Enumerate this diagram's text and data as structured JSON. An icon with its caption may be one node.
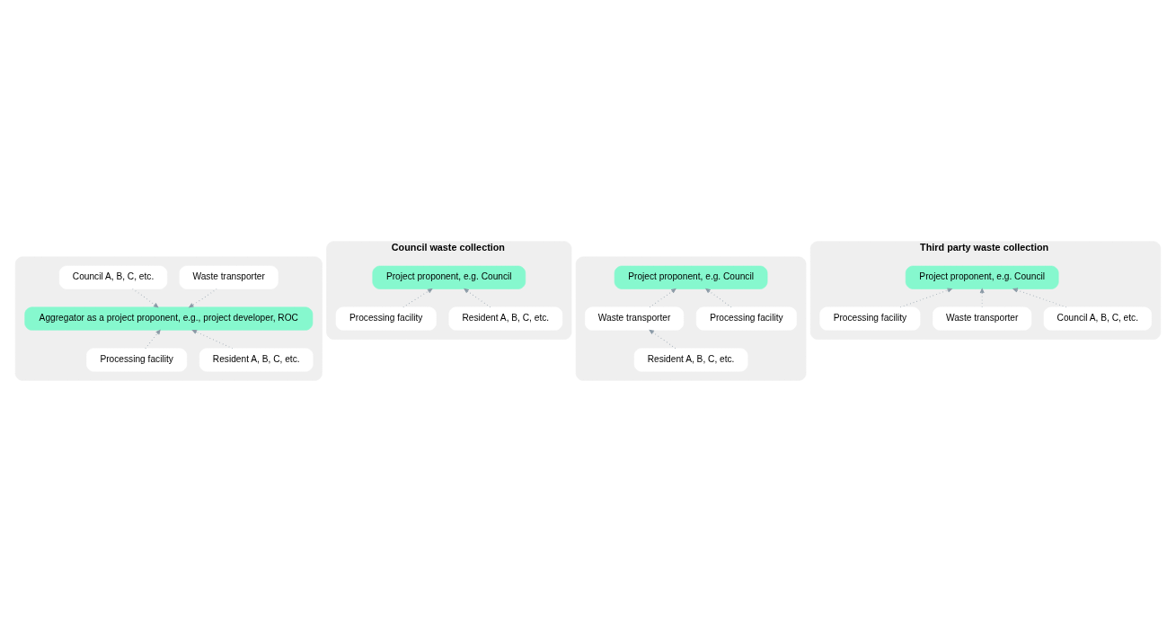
{
  "diagram": {
    "nodes": [
      {
        "text": [
          "Council waste collection"
        ]
      },
      {
        "text": [
          "Project proponent, e.g. Council"
        ],
        "in": 0
      },
      {
        "text": [
          "Resident A, B, C, etc."
        ],
        "in": 0
      },
      {
        "text": [
          "Processing facility"
        ],
        "in": 0
      },
      {
        "text": [
          "Third party waste collection"
        ]
      },
      {
        "text": [
          "Project proponent, e.g. Council"
        ],
        "in": 4
      },
      {
        "text": [
          "Council A, B, C, etc."
        ],
        "in": 4
      },
      {
        "text": [
          "Waste transporter"
        ],
        "in": 4
      },
      {
        "text": [
          "Processing facility"
        ],
        "in": 4
      },
      {
        "text": [],
        "shape": "box"
      },
      {
        "text": [
          "Council A, B, C, etc."
        ],
        "in": 9
      },
      {
        "text": [
          "Waste transporter"
        ],
        "in": 9
      },
      {
        "text": [
          "Aggregator as a project proponent, e.g., project developer, ROC"
        ],
        "in": 9
      },
      {
        "text": [
          "Resident A, B, C, etc."
        ],
        "in": 9
      },
      {
        "text": [
          "Processing facility"
        ],
        "in": 9
      },
      {
        "text": [],
        "shape": "box"
      },
      {
        "text": [
          "Project proponent, e.g. Council"
        ],
        "in": 15
      },
      {
        "text": [
          "Waste transporter"
        ],
        "in": 15
      },
      {
        "text": [
          "Processing facility"
        ],
        "in": 15
      },
      {
        "text": [
          "Resident A, B, C, etc."
        ],
        "in": 15
      }
    ],
    "edges": [
      {
        "from": 2,
        "to": 1,
        "arrow": "to"
      },
      {
        "from": 3,
        "to": 1,
        "arrow": "to"
      },
      {
        "from": 6,
        "to": 5,
        "arrow": "to"
      },
      {
        "from": 7,
        "to": 5,
        "arrow": "to"
      },
      {
        "from": 8,
        "to": 5,
        "arrow": "to"
      },
      {
        "from": 10,
        "to": 12,
        "arrow": "to"
      },
      {
        "from": 13,
        "to": 12,
        "arrow": "to"
      },
      {
        "from": 11,
        "to": 12,
        "arrow": "to"
      },
      {
        "from": 14,
        "to": 12,
        "arrow": "to"
      },
      {
        "from": 17,
        "to": 16,
        "arrow": "to"
      },
      {
        "from": 18,
        "to": 16,
        "arrow": "to"
      },
      {
        "from": 19,
        "to": 17,
        "arrow": "to"
      }
    ]
  }
}
